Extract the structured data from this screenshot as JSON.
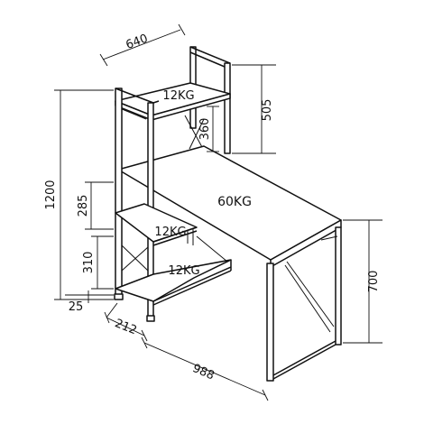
{
  "dimensions": {
    "depth": "640",
    "top_shelf_height": "505",
    "total_height": "1200",
    "upper_gap": "360",
    "middle_gap": "285",
    "lower_gap": "310",
    "foot": "25",
    "shelf_depth": "212",
    "length": "988",
    "desk_height": "700"
  },
  "loads": {
    "top_shelf": "12KG",
    "desktop": "60KG",
    "middle_shelf": "12KG",
    "bottom_shelf": "12KG"
  }
}
